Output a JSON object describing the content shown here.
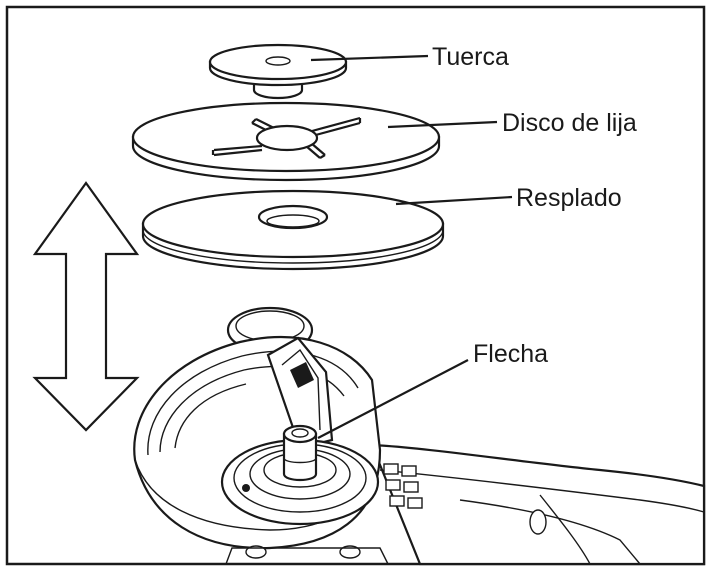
{
  "labels": {
    "tuerca": "Tuerca",
    "disco": "Disco de lija",
    "resplado": "Resplado",
    "flecha": "Flecha"
  },
  "colors": {
    "ink": "#1a1a1a",
    "paper": "#ffffff"
  }
}
